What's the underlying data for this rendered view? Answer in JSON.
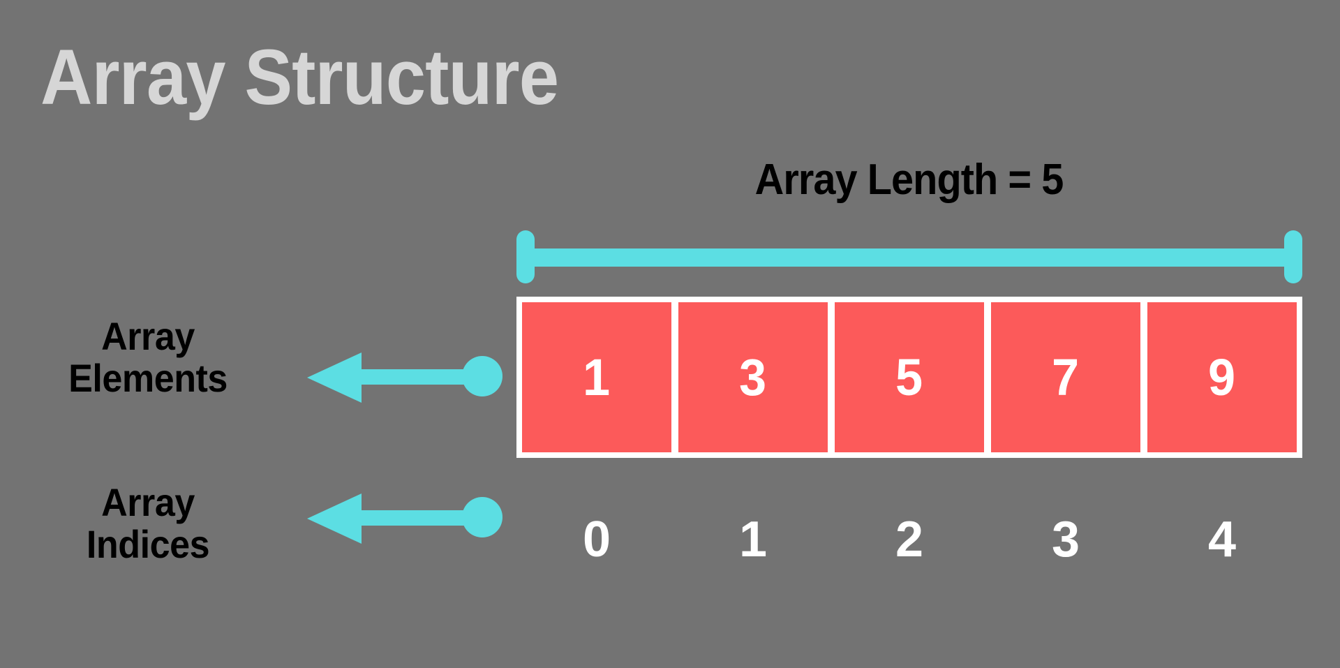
{
  "background_color": "#737373",
  "palette": {
    "title_gray": "#d6d6d6",
    "cyan_accent": "#5cdee3",
    "cell_red": "#fc5a5a",
    "border_white": "#ffffff",
    "text_black": "#000000"
  },
  "title": "Array Structure",
  "length_label": "Array Length = 5",
  "labels": {
    "elements_line1": "Array",
    "elements_line2": "Elements",
    "indices_line1": "Array",
    "indices_line2": "Indices"
  },
  "chart_data": {
    "type": "table",
    "title": "Array Structure",
    "annotations": [
      "Array Length = 5",
      "Array Elements",
      "Array Indices"
    ],
    "categories": [
      "0",
      "1",
      "2",
      "3",
      "4"
    ],
    "values": [
      1,
      3,
      5,
      7,
      9
    ],
    "array_length": 5
  },
  "cells": [
    {
      "value": "1",
      "index": "0"
    },
    {
      "value": "3",
      "index": "1"
    },
    {
      "value": "5",
      "index": "2"
    },
    {
      "value": "7",
      "index": "3"
    },
    {
      "value": "9",
      "index": "4"
    }
  ]
}
